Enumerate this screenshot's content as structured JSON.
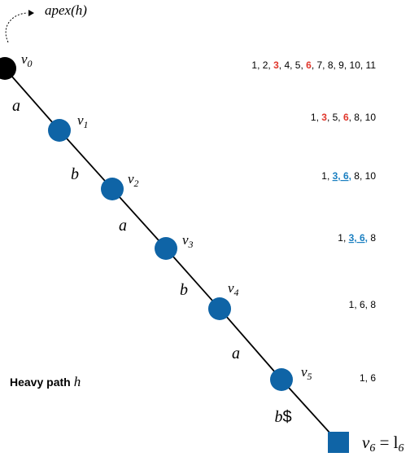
{
  "colors": {
    "node_fill": "#0f64a6",
    "apex_fill": "#000000",
    "edge": "#000000",
    "highlight_red": "#e0362b",
    "highlight_blue": "#1a7fc1"
  },
  "apex_label": "apex(h)",
  "path_label": {
    "prefix": "Heavy path",
    "var": "h"
  },
  "nodes": [
    {
      "label": "v",
      "sub": "0",
      "role": "apex"
    },
    {
      "label": "v",
      "sub": "1",
      "role": "internal"
    },
    {
      "label": "v",
      "sub": "2",
      "role": "internal"
    },
    {
      "label": "v",
      "sub": "3",
      "role": "internal"
    },
    {
      "label": "v",
      "sub": "4",
      "role": "internal"
    },
    {
      "label": "v",
      "sub": "5",
      "role": "internal"
    },
    {
      "label": "v",
      "sub": "6",
      "role": "leaf",
      "suffix": " = l",
      "suffix_sub": "6"
    }
  ],
  "edge_labels": [
    "a",
    "b",
    "a",
    "b",
    "a",
    "b$"
  ],
  "lists": [
    [
      {
        "t": "1, 2, "
      },
      {
        "t": "3",
        "s": "red"
      },
      {
        "t": ", 4, 5, "
      },
      {
        "t": "6",
        "s": "red"
      },
      {
        "t": ", 7, 8, 9, 10, 11"
      }
    ],
    [
      {
        "t": "1, "
      },
      {
        "t": "3",
        "s": "red"
      },
      {
        "t": ", 5, "
      },
      {
        "t": "6",
        "s": "red"
      },
      {
        "t": ", 8, 10"
      }
    ],
    [
      {
        "t": "1, "
      },
      {
        "t": "3, 6,",
        "s": "blue"
      },
      {
        "t": " 8, 10"
      }
    ],
    [
      {
        "t": "1, "
      },
      {
        "t": "3, 6,",
        "s": "blue"
      },
      {
        "t": " 8"
      }
    ],
    [
      {
        "t": "1, 6, 8"
      }
    ],
    [
      {
        "t": "1, 6"
      }
    ]
  ]
}
